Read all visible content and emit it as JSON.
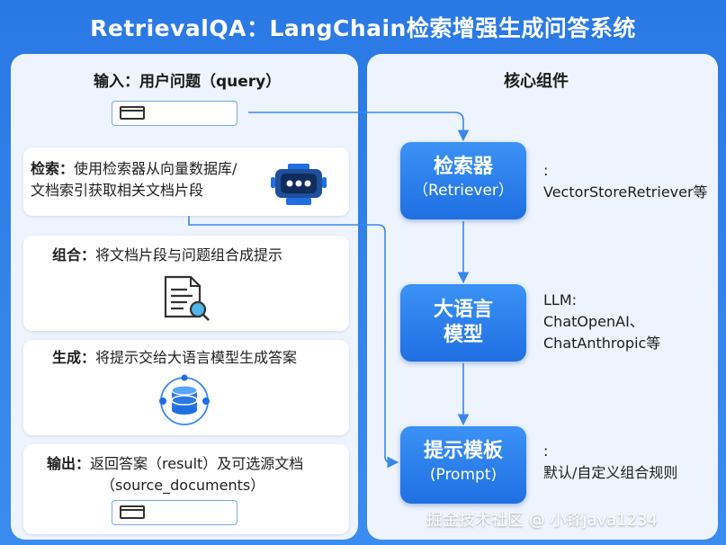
{
  "title": "RetrievalQA：LangChain检索增强生成问答系统",
  "left_panel": {
    "input": {
      "label": "输入：",
      "text": "用户问题（query）"
    },
    "steps": [
      {
        "label": "检索：",
        "line1": "使用检索器从向量数据库/",
        "line2": "文档索引获取相关文档片段"
      },
      {
        "label": "组合：",
        "line1": "将文档片段与问题组合成提示"
      },
      {
        "label": "生成：",
        "line1": "将提示交给大语言模型生成答案"
      },
      {
        "label": "输出：",
        "line1": "返回答案（result）及可选源文档",
        "line2": "（source_documents）"
      }
    ]
  },
  "right_panel": {
    "heading": "核心组件",
    "components": [
      {
        "name": "检索器",
        "sub": "（Retriever）",
        "note_line1": ":",
        "note_line2": "VectorStoreRetriever等"
      },
      {
        "name_line1": "大语言",
        "name_line2": "模型",
        "note_line1": "LLM:",
        "note_line2": "ChatOpenAI、",
        "note_line3": "ChatAnthropic等"
      },
      {
        "name": "提示模板",
        "sub": "(Prompt)",
        "note_line1": ":",
        "note_line2": "默认/自定义组合规则"
      }
    ]
  },
  "watermark": "掘金技术社区 @ 小锋java1234",
  "colors": {
    "background": "#2f7ee6",
    "panel": "#eef4fd",
    "component": "#1f6fe2",
    "connector": "#3a86f0"
  },
  "icons": [
    "robot-icon",
    "document-search-icon",
    "database-network-icon",
    "input-box-icon",
    "output-box-icon"
  ]
}
